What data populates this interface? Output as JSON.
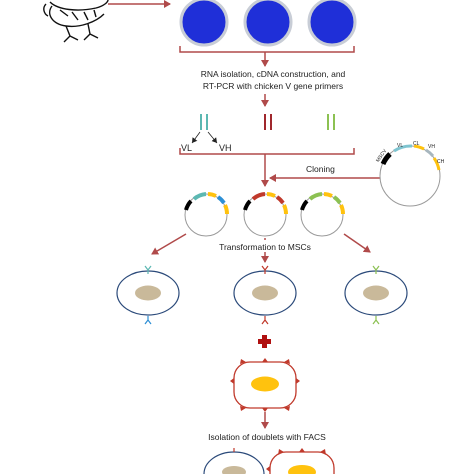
{
  "steps": {
    "rna_line1": "RNA isolation, cDNA construction, and",
    "rna_line2": "RT-PCR with chicken V gene primers",
    "cloning": "Cloning",
    "transformation": "Transformation to MSCs",
    "facs": "Isolation of doublets with FACS"
  },
  "gene_labels": {
    "vl": "VL",
    "vh": "VH"
  },
  "plasmid_labels": {
    "promoter": "MSCV",
    "vl": "VL",
    "cl": "CL",
    "vh": "VH",
    "ch": "CH"
  },
  "colors": {
    "arrow": "#b04a4a",
    "bracket": "#b04a4a",
    "bead": "#1f2fd8",
    "cell_outline": "#2b4a7a",
    "nucleus": "#c9b99a",
    "target_cell_outline": "#c0392b",
    "target_nucleus": "#ffc20e",
    "plus": "#b01010",
    "pair_teal": "#5cb8b2",
    "pair_red": "#a0282d",
    "pair_green": "#8cc152"
  }
}
